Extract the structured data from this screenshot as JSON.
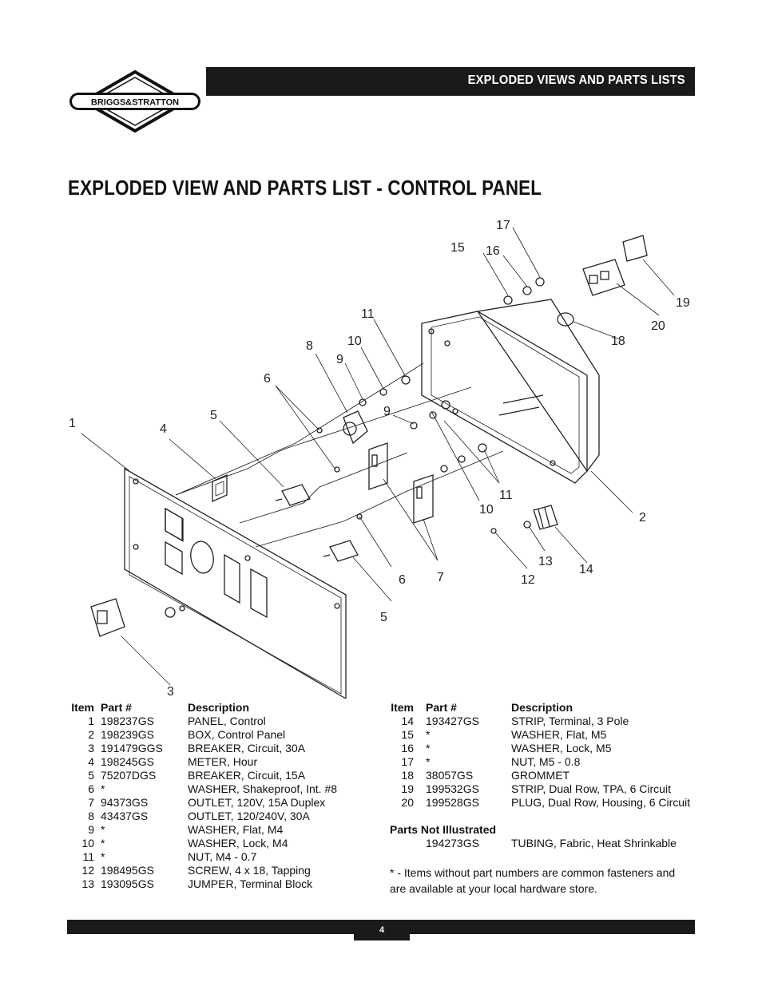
{
  "brand": {
    "logo_text": "BRIGGS&STRATTON"
  },
  "header": {
    "section_title": "EXPLODED VIEWS AND PARTS LISTS"
  },
  "page": {
    "title": "EXPLODED VIEW AND PARTS LIST - CONTROL PANEL",
    "number": "4"
  },
  "callouts": [
    {
      "id": "c1",
      "label": "1"
    },
    {
      "id": "c2",
      "label": "2"
    },
    {
      "id": "c3",
      "label": "3"
    },
    {
      "id": "c4",
      "label": "4"
    },
    {
      "id": "c5a",
      "label": "5"
    },
    {
      "id": "c5b",
      "label": "5"
    },
    {
      "id": "c6a",
      "label": "6"
    },
    {
      "id": "c6b",
      "label": "6"
    },
    {
      "id": "c7",
      "label": "7"
    },
    {
      "id": "c8",
      "label": "8"
    },
    {
      "id": "c9a",
      "label": "9"
    },
    {
      "id": "c9b",
      "label": "9"
    },
    {
      "id": "c10a",
      "label": "10"
    },
    {
      "id": "c10b",
      "label": "10"
    },
    {
      "id": "c11a",
      "label": "11"
    },
    {
      "id": "c11b",
      "label": "11"
    },
    {
      "id": "c12",
      "label": "12"
    },
    {
      "id": "c13",
      "label": "13"
    },
    {
      "id": "c14",
      "label": "14"
    },
    {
      "id": "c15",
      "label": "15"
    },
    {
      "id": "c16",
      "label": "16"
    },
    {
      "id": "c17",
      "label": "17"
    },
    {
      "id": "c18",
      "label": "18"
    },
    {
      "id": "c19",
      "label": "19"
    },
    {
      "id": "c20",
      "label": "20"
    }
  ],
  "parts_table": {
    "headers": {
      "item": "Item",
      "part": "Part #",
      "description": "Description"
    },
    "left": [
      {
        "item": "1",
        "part": "198237GS",
        "description": "PANEL, Control"
      },
      {
        "item": "2",
        "part": "198239GS",
        "description": "BOX, Control Panel"
      },
      {
        "item": "3",
        "part": "191479GGS",
        "description": "BREAKER, Circuit, 30A"
      },
      {
        "item": "4",
        "part": "198245GS",
        "description": "METER, Hour"
      },
      {
        "item": "5",
        "part": "75207DGS",
        "description": "BREAKER, Circuit, 15A"
      },
      {
        "item": "6",
        "part": "*",
        "description": "WASHER, Shakeproof, Int. #8"
      },
      {
        "item": "7",
        "part": "94373GS",
        "description": "OUTLET, 120V, 15A Duplex"
      },
      {
        "item": "8",
        "part": "43437GS",
        "description": "OUTLET, 120/240V, 30A"
      },
      {
        "item": "9",
        "part": "*",
        "description": "WASHER, Flat, M4"
      },
      {
        "item": "10",
        "part": "*",
        "description": "WASHER, Lock, M4"
      },
      {
        "item": "11",
        "part": "*",
        "description": "NUT, M4 - 0.7"
      },
      {
        "item": "12",
        "part": "198495GS",
        "description": "SCREW, 4 x 18, Tapping"
      },
      {
        "item": "13",
        "part": "193095GS",
        "description": "JUMPER, Terminal Block"
      }
    ],
    "right": [
      {
        "item": "14",
        "part": "193427GS",
        "description": "STRIP, Terminal, 3 Pole"
      },
      {
        "item": "15",
        "part": "*",
        "description": "WASHER, Flat, M5"
      },
      {
        "item": "16",
        "part": "*",
        "description": "WASHER, Lock, M5"
      },
      {
        "item": "17",
        "part": "*",
        "description": "NUT, M5 - 0.8"
      },
      {
        "item": "18",
        "part": "38057GS",
        "description": "GROMMET"
      },
      {
        "item": "19",
        "part": "199532GS",
        "description": "STRIP, Dual Row, TPA, 6 Circuit"
      },
      {
        "item": "20",
        "part": "199528GS",
        "description": "PLUG, Dual Row, Housing, 6 Circuit"
      }
    ],
    "not_illustrated": {
      "title": "Parts Not Illustrated",
      "items": [
        {
          "part": "194273GS",
          "description": "TUBING, Fabric, Heat Shrinkable"
        }
      ]
    }
  },
  "footnote": "* - Items without part numbers are common fasteners and are available at your local hardware store."
}
